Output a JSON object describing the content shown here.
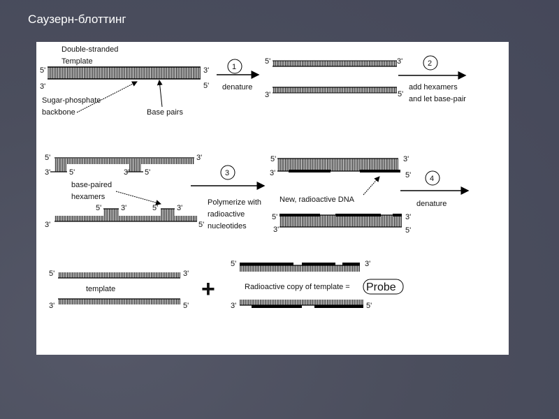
{
  "slide_title": "Саузерн-блоттинг",
  "diagram": {
    "row1": {
      "label_double_stranded": "Double-stranded",
      "label_template": "Template",
      "label_sugar": "Sugar-phosphate",
      "label_backbone": "backbone",
      "label_base_pairs": "Base pairs",
      "step1_number": "1",
      "step1_label": "denature",
      "step2_number": "2",
      "step2_label_1": "add hexamers",
      "step2_label_2": "and let base-pair"
    },
    "row2": {
      "label_base_paired": "base-paired",
      "label_hexamers": "hexamers",
      "step3_number": "3",
      "step3_label_1": "Polymerize with",
      "step3_label_2": "radioactive",
      "step3_label_3": "nucleotides",
      "label_new_dna": "New, radioactive DNA",
      "step4_number": "4",
      "step4_label": "denature"
    },
    "row3": {
      "label_template": "template",
      "plus": "+",
      "label_copy": "Radioactive copy of template =",
      "label_probe": "Probe"
    },
    "end5": "5'",
    "end3": "3'"
  }
}
